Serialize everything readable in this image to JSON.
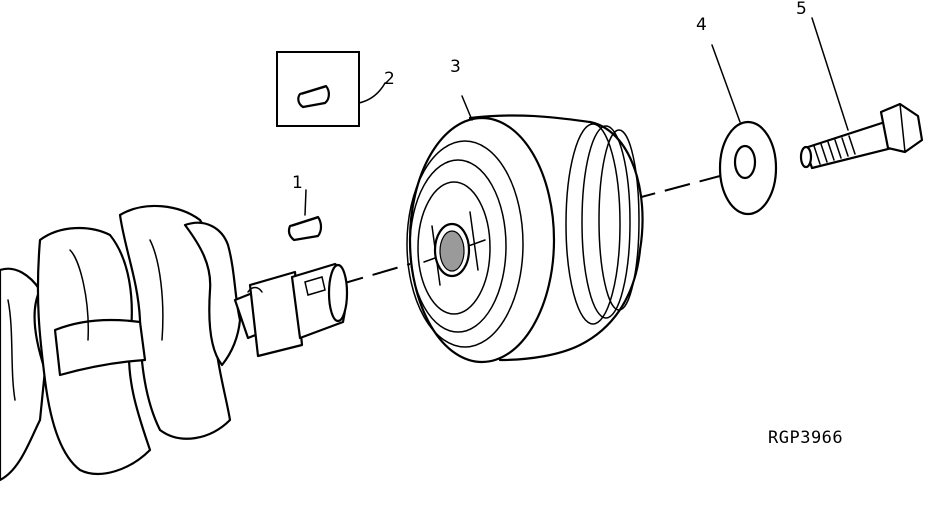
{
  "callouts": {
    "c1": "1",
    "c2": "2",
    "c3": "3",
    "c4": "4",
    "c5": "5"
  },
  "figure_id": "RGP3966"
}
